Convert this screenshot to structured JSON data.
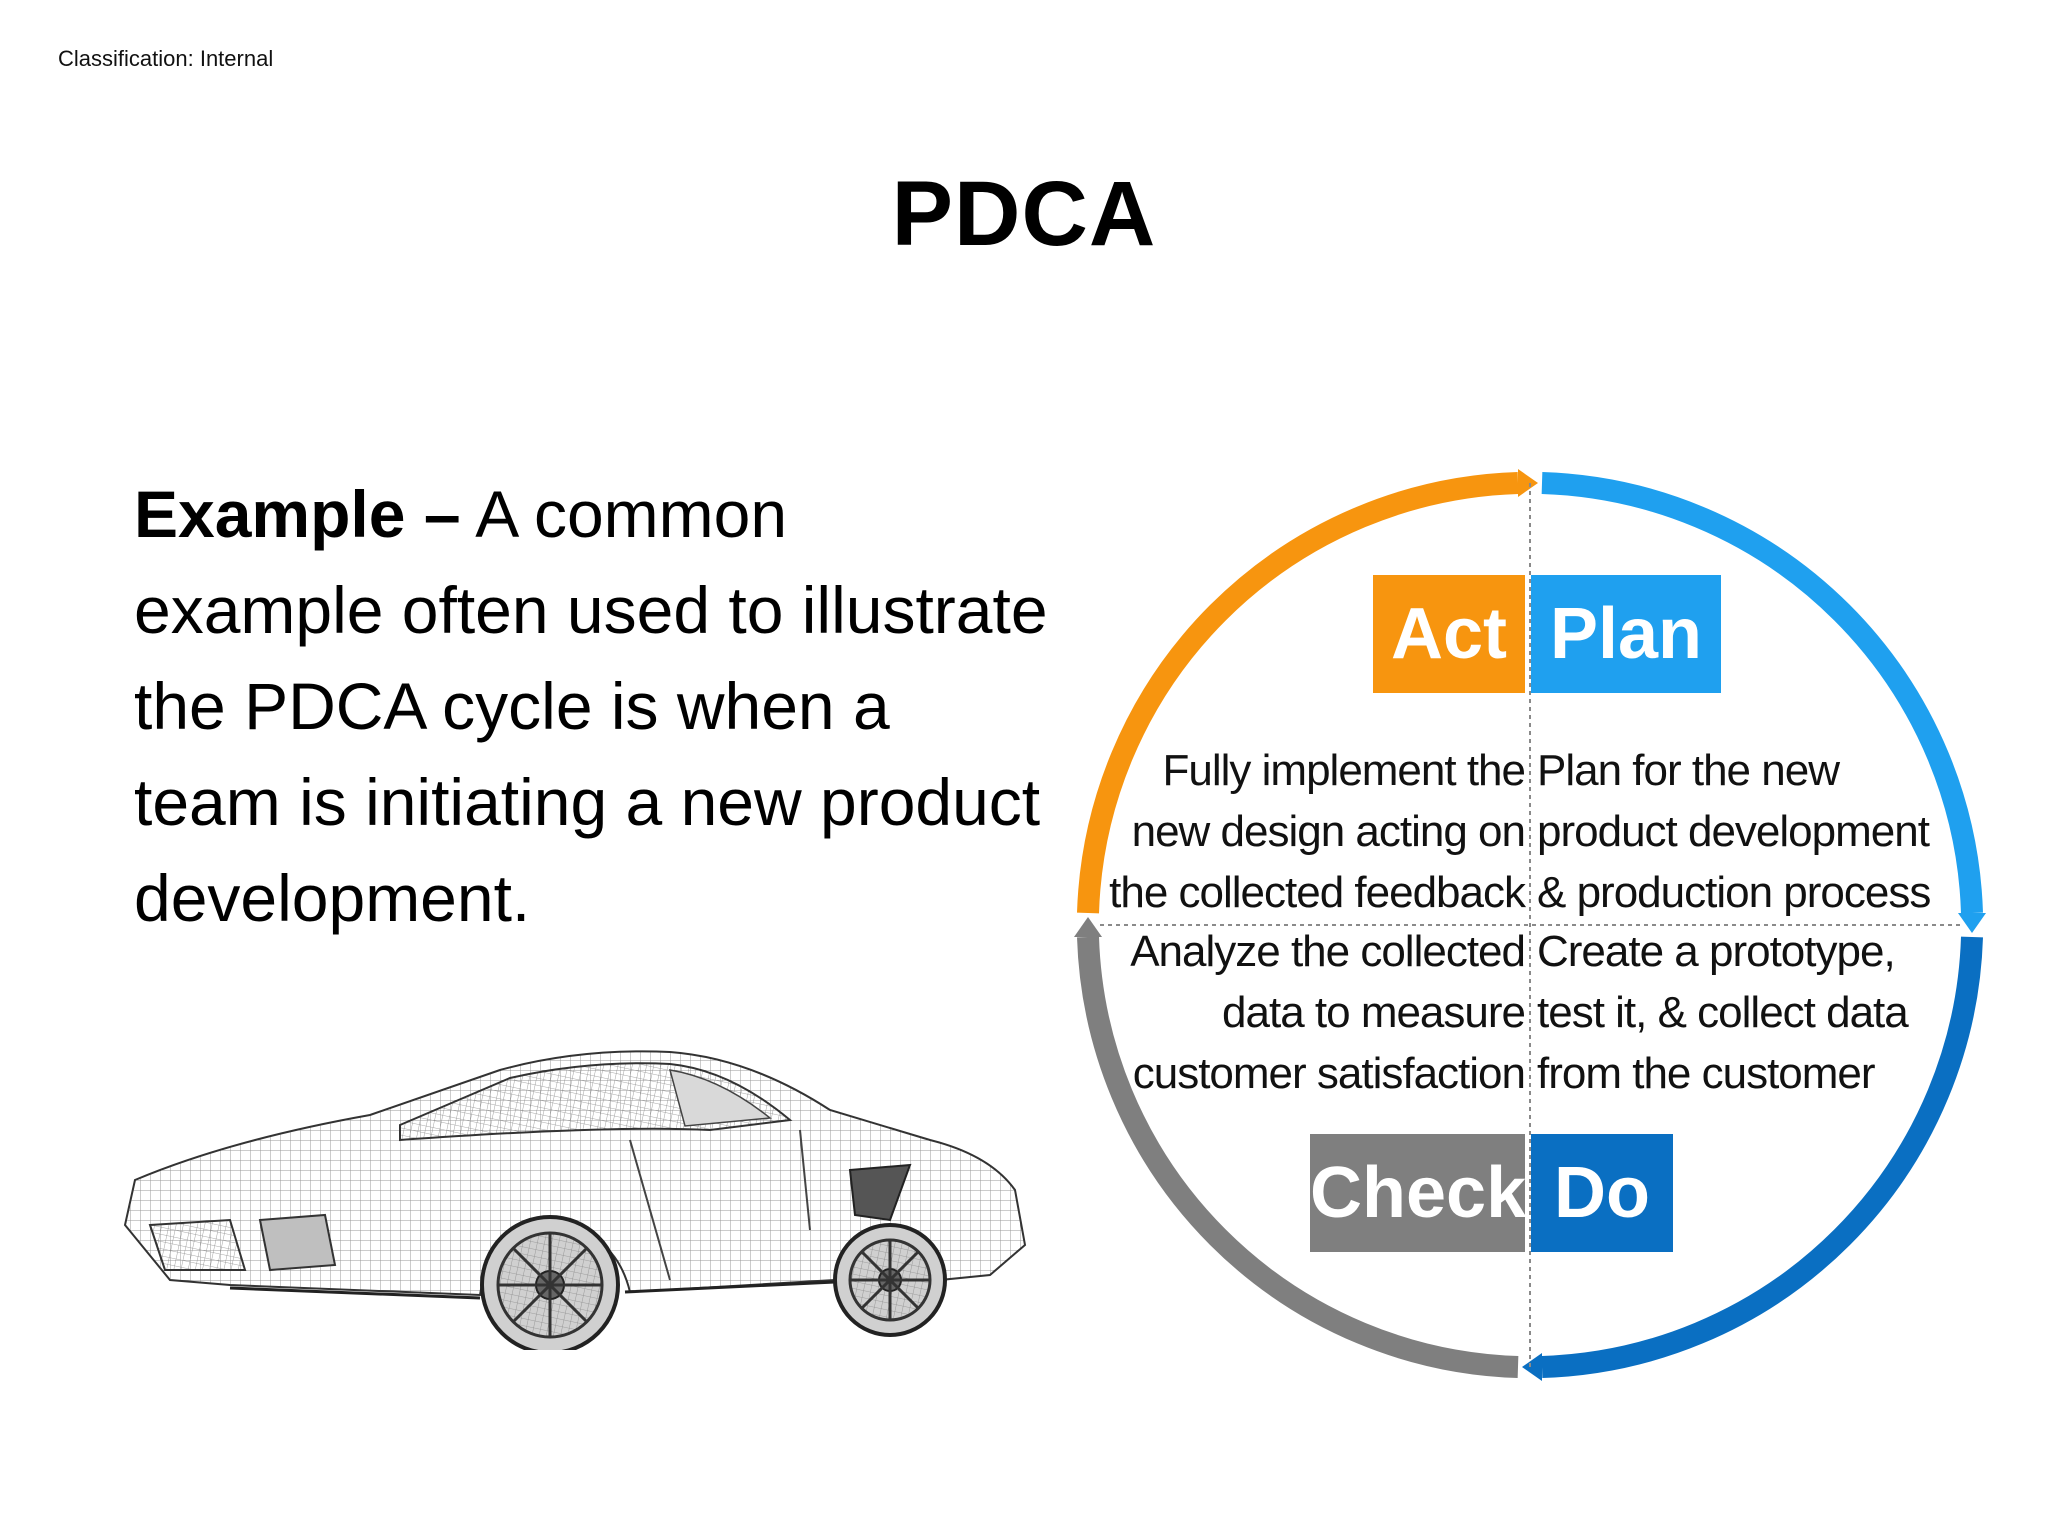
{
  "header": {
    "classification": "Classification: Internal"
  },
  "slide": {
    "title": "PDCA",
    "body_bold": "Example –",
    "body_text": " A common example often used to illustrate the PDCA cycle is when a team is initiating a new product development."
  },
  "cycle": {
    "colors": {
      "act": "#f7950f",
      "plan": "#1fa0ef",
      "check": "#7f7f7f",
      "do": "#0a6fc2"
    },
    "act": {
      "label": "Act",
      "lines": [
        "Fully implement the",
        "new design acting on",
        "the collected feedback"
      ]
    },
    "plan": {
      "label": "Plan",
      "lines": [
        "Plan for the new",
        "product development",
        "& production process"
      ]
    },
    "check": {
      "label": "Check",
      "lines": [
        "Analyze the collected",
        "data to measure",
        "customer satisfaction"
      ]
    },
    "do": {
      "label": "Do",
      "lines": [
        "Create a prototype,",
        "test it, & collect data",
        "from the customer"
      ]
    }
  }
}
